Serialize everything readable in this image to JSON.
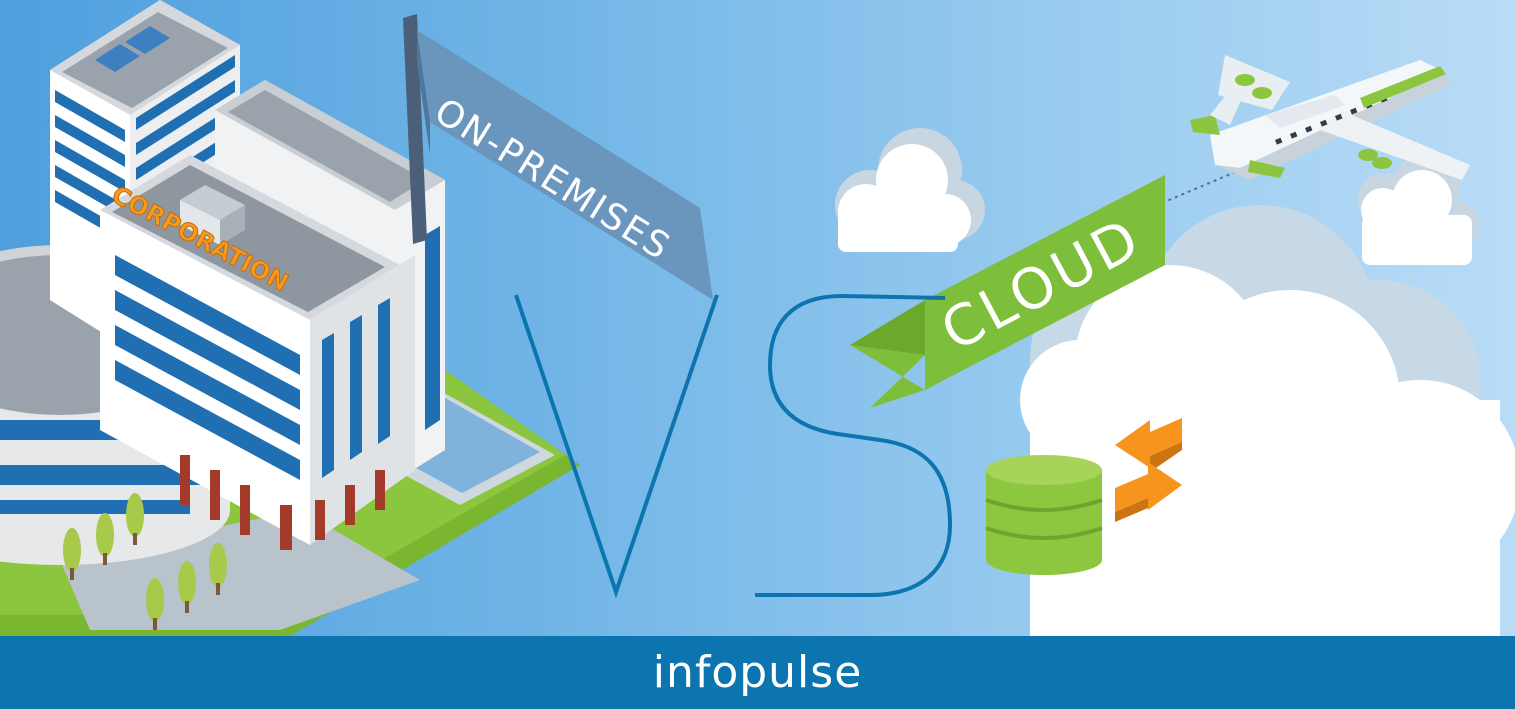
{
  "labels": {
    "on_premises": "ON-PREMISES",
    "cloud": "CLOUD",
    "corporation": "CORPORATION",
    "versus": "VS"
  },
  "footer": {
    "brand": "infopulse"
  },
  "colors": {
    "footer_bg": "#0c75b0",
    "vs_stroke": "#0c75b0",
    "cloud_ribbon": "#7dbe3a",
    "on_premises_flag": "#6d97bd",
    "corporation_sign": "#f49a1c",
    "lawn": "#8cc63f",
    "database": "#8dc63f",
    "arrows": "#f7941d"
  },
  "icons": [
    "office-building-icon",
    "flag-icon",
    "cloud-icon",
    "airplane-icon",
    "database-icon",
    "sync-arrows-icon"
  ]
}
